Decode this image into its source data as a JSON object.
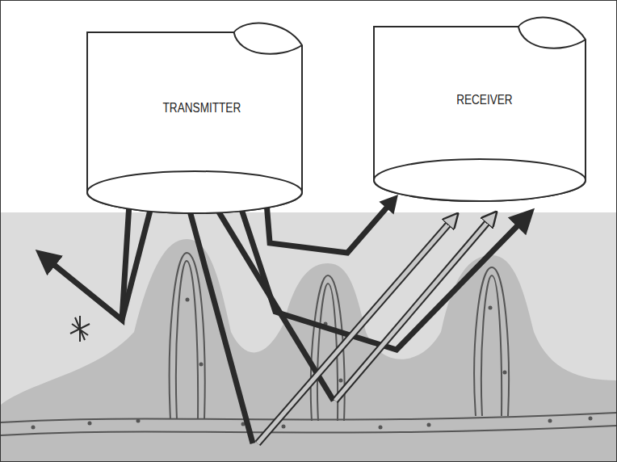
{
  "diagram": {
    "nodes": [
      {
        "text": [
          "TRANSMITTER"
        ]
      },
      {
        "text": [
          "RECEIVER"
        ]
      }
    ],
    "edges": [
      {
        "from": 0,
        "to": 1,
        "arrow": "to"
      }
    ]
  }
}
